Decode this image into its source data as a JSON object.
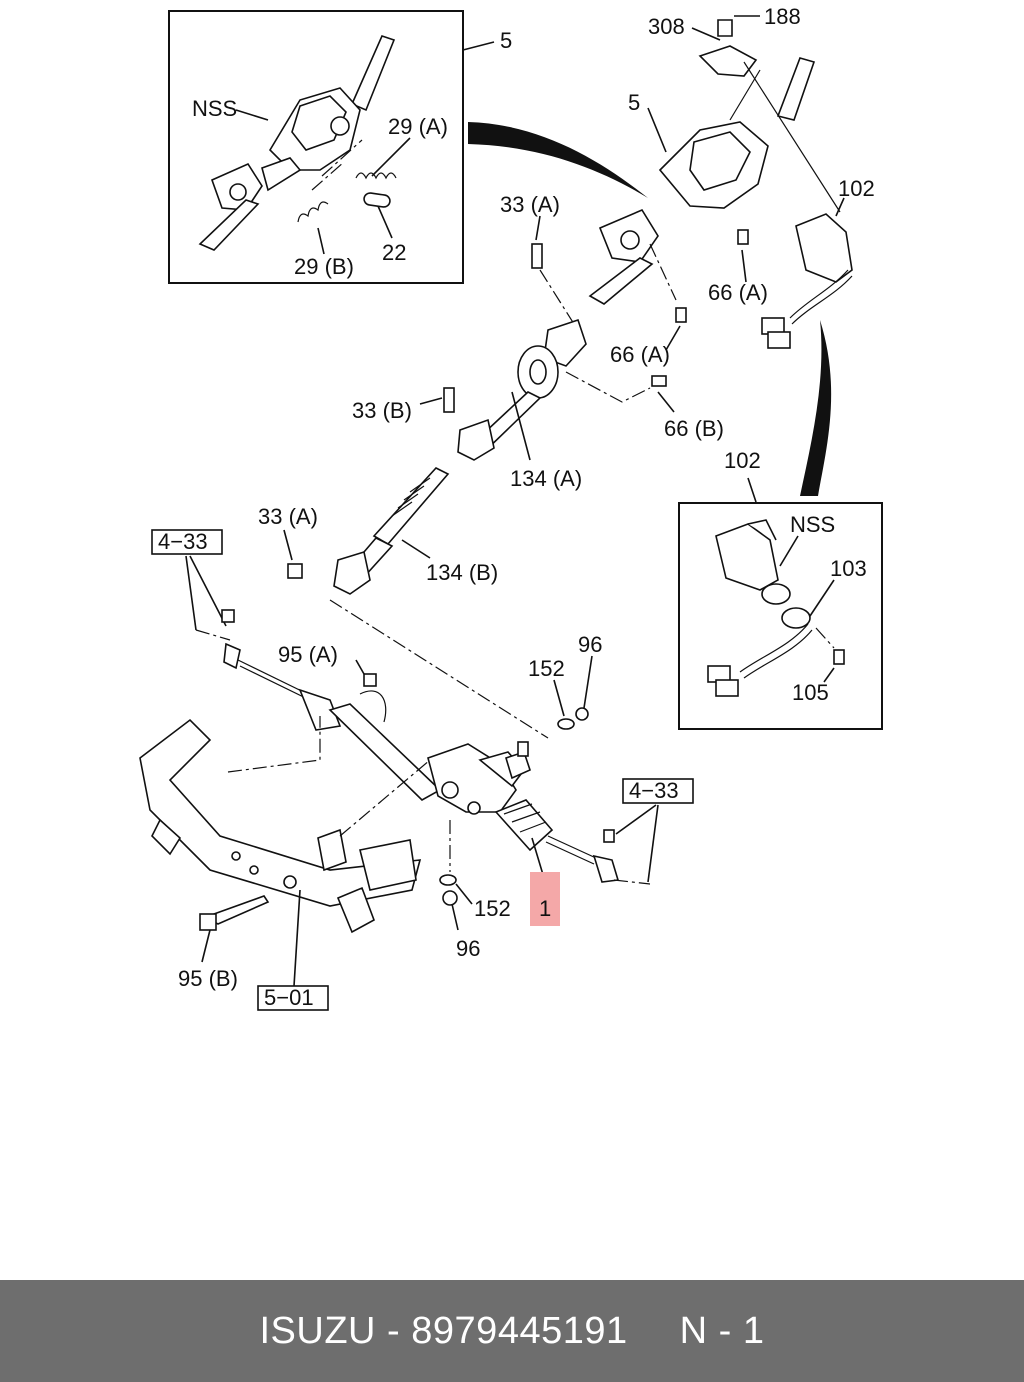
{
  "diagram": {
    "labels": {
      "l5_inset": "5",
      "nss_inset": "NSS",
      "l29a": "29 (A)",
      "l29b": "29 (B)",
      "l22": "22",
      "l308": "308",
      "l188": "188",
      "l5_main": "5",
      "l102_main": "102",
      "l33a_top": "33 (A)",
      "l66a_1": "66 (A)",
      "l66a_2": "66 (A)",
      "l33b": "33 (B)",
      "l66b": "66 (B)",
      "l134a": "134 (A)",
      "l102_inset": "102",
      "nss_inset2": "NSS",
      "l103": "103",
      "l105": "105",
      "l33a_low": "33 (A)",
      "l134b": "134 (B)",
      "ref433_left": "4−33",
      "l95a": "95 (A)",
      "l152_top": "152",
      "l96_top": "96",
      "ref433_right": "4−33",
      "l152_bot": "152",
      "l96_bot": "96",
      "l1": "1",
      "l95b": "95 (B)",
      "ref501": "5−01"
    },
    "highlight_color": "#f4a8a8"
  },
  "footer": {
    "brand": "ISUZU",
    "separator": " - ",
    "part_number": "8979445191",
    "page_ref": "N - 1"
  }
}
